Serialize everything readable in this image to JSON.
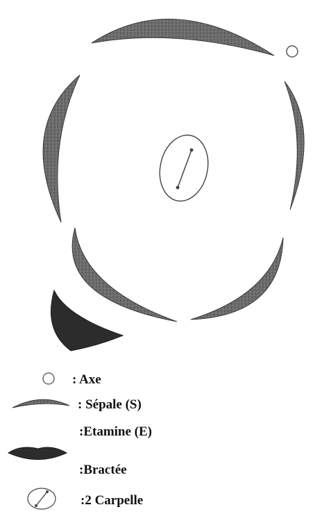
{
  "colors": {
    "sepal_fill": "#666666",
    "sepal_edge": "#3a3a3a",
    "bract_fill": "#2c2c2c",
    "line": "#444444",
    "text": "#111111"
  },
  "legend": {
    "axe": ": Axe",
    "sepale": ": Sépale (S)",
    "etamine": ":Etamine (E)",
    "bractee": ":Bractée",
    "carpelle": ":2 Carpelle"
  }
}
